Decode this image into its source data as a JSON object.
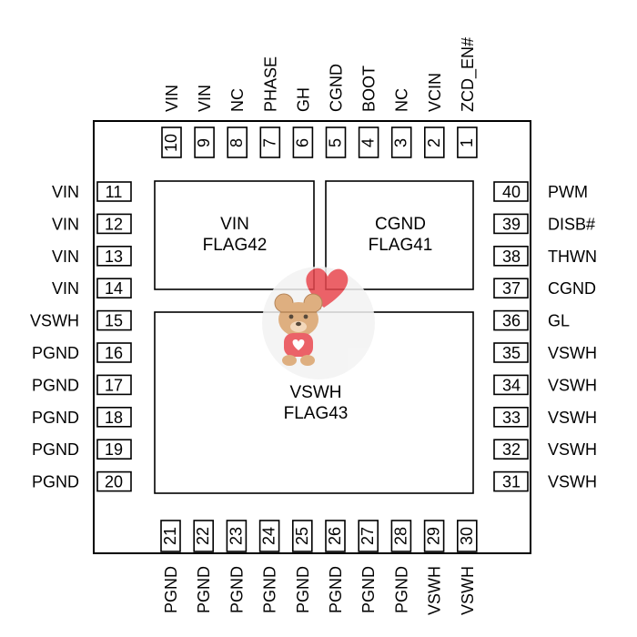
{
  "diagram": {
    "pins_top": [
      {
        "num": "10",
        "label": "VIN"
      },
      {
        "num": "9",
        "label": "VIN"
      },
      {
        "num": "8",
        "label": "NC"
      },
      {
        "num": "7",
        "label": "PHASE"
      },
      {
        "num": "6",
        "label": "GH"
      },
      {
        "num": "5",
        "label": "CGND"
      },
      {
        "num": "4",
        "label": "BOOT"
      },
      {
        "num": "3",
        "label": "NC"
      },
      {
        "num": "2",
        "label": "VCIN"
      },
      {
        "num": "1",
        "label": "ZCD_EN#"
      }
    ],
    "pins_left": [
      {
        "num": "11",
        "label": "VIN"
      },
      {
        "num": "12",
        "label": "VIN"
      },
      {
        "num": "13",
        "label": "VIN"
      },
      {
        "num": "14",
        "label": "VIN"
      },
      {
        "num": "15",
        "label": "VSWH"
      },
      {
        "num": "16",
        "label": "PGND"
      },
      {
        "num": "17",
        "label": "PGND"
      },
      {
        "num": "18",
        "label": "PGND"
      },
      {
        "num": "19",
        "label": "PGND"
      },
      {
        "num": "20",
        "label": "PGND"
      }
    ],
    "pins_right": [
      {
        "num": "40",
        "label": "PWM"
      },
      {
        "num": "39",
        "label": "DISB#"
      },
      {
        "num": "38",
        "label": "THWN"
      },
      {
        "num": "37",
        "label": "CGND"
      },
      {
        "num": "36",
        "label": "GL"
      },
      {
        "num": "35",
        "label": "VSWH"
      },
      {
        "num": "34",
        "label": "VSWH"
      },
      {
        "num": "33",
        "label": "VSWH"
      },
      {
        "num": "32",
        "label": "VSWH"
      },
      {
        "num": "31",
        "label": "VSWH"
      }
    ],
    "pins_bottom": [
      {
        "num": "21",
        "label": "PGND"
      },
      {
        "num": "22",
        "label": "PGND"
      },
      {
        "num": "23",
        "label": "PGND"
      },
      {
        "num": "24",
        "label": "PGND"
      },
      {
        "num": "25",
        "label": "PGND"
      },
      {
        "num": "26",
        "label": "PGND"
      },
      {
        "num": "27",
        "label": "PGND"
      },
      {
        "num": "28",
        "label": "PGND"
      },
      {
        "num": "29",
        "label": "VSWH"
      },
      {
        "num": "30",
        "label": "VSWH"
      }
    ],
    "pads": [
      {
        "id": "vin",
        "name": "VIN",
        "flag": "FLAG42"
      },
      {
        "id": "cgnd",
        "name": "CGND",
        "flag": "FLAG41"
      },
      {
        "id": "vswh",
        "name": "VSWH",
        "flag": "FLAG43"
      }
    ],
    "watermark": {
      "icon": "teddy-bear-with-heart-balloon-icon",
      "colors": {
        "heart": "#e8474e",
        "bear": "#d9a26b",
        "bear_dark": "#a86f3c",
        "shirt": "#e8474e"
      }
    }
  }
}
